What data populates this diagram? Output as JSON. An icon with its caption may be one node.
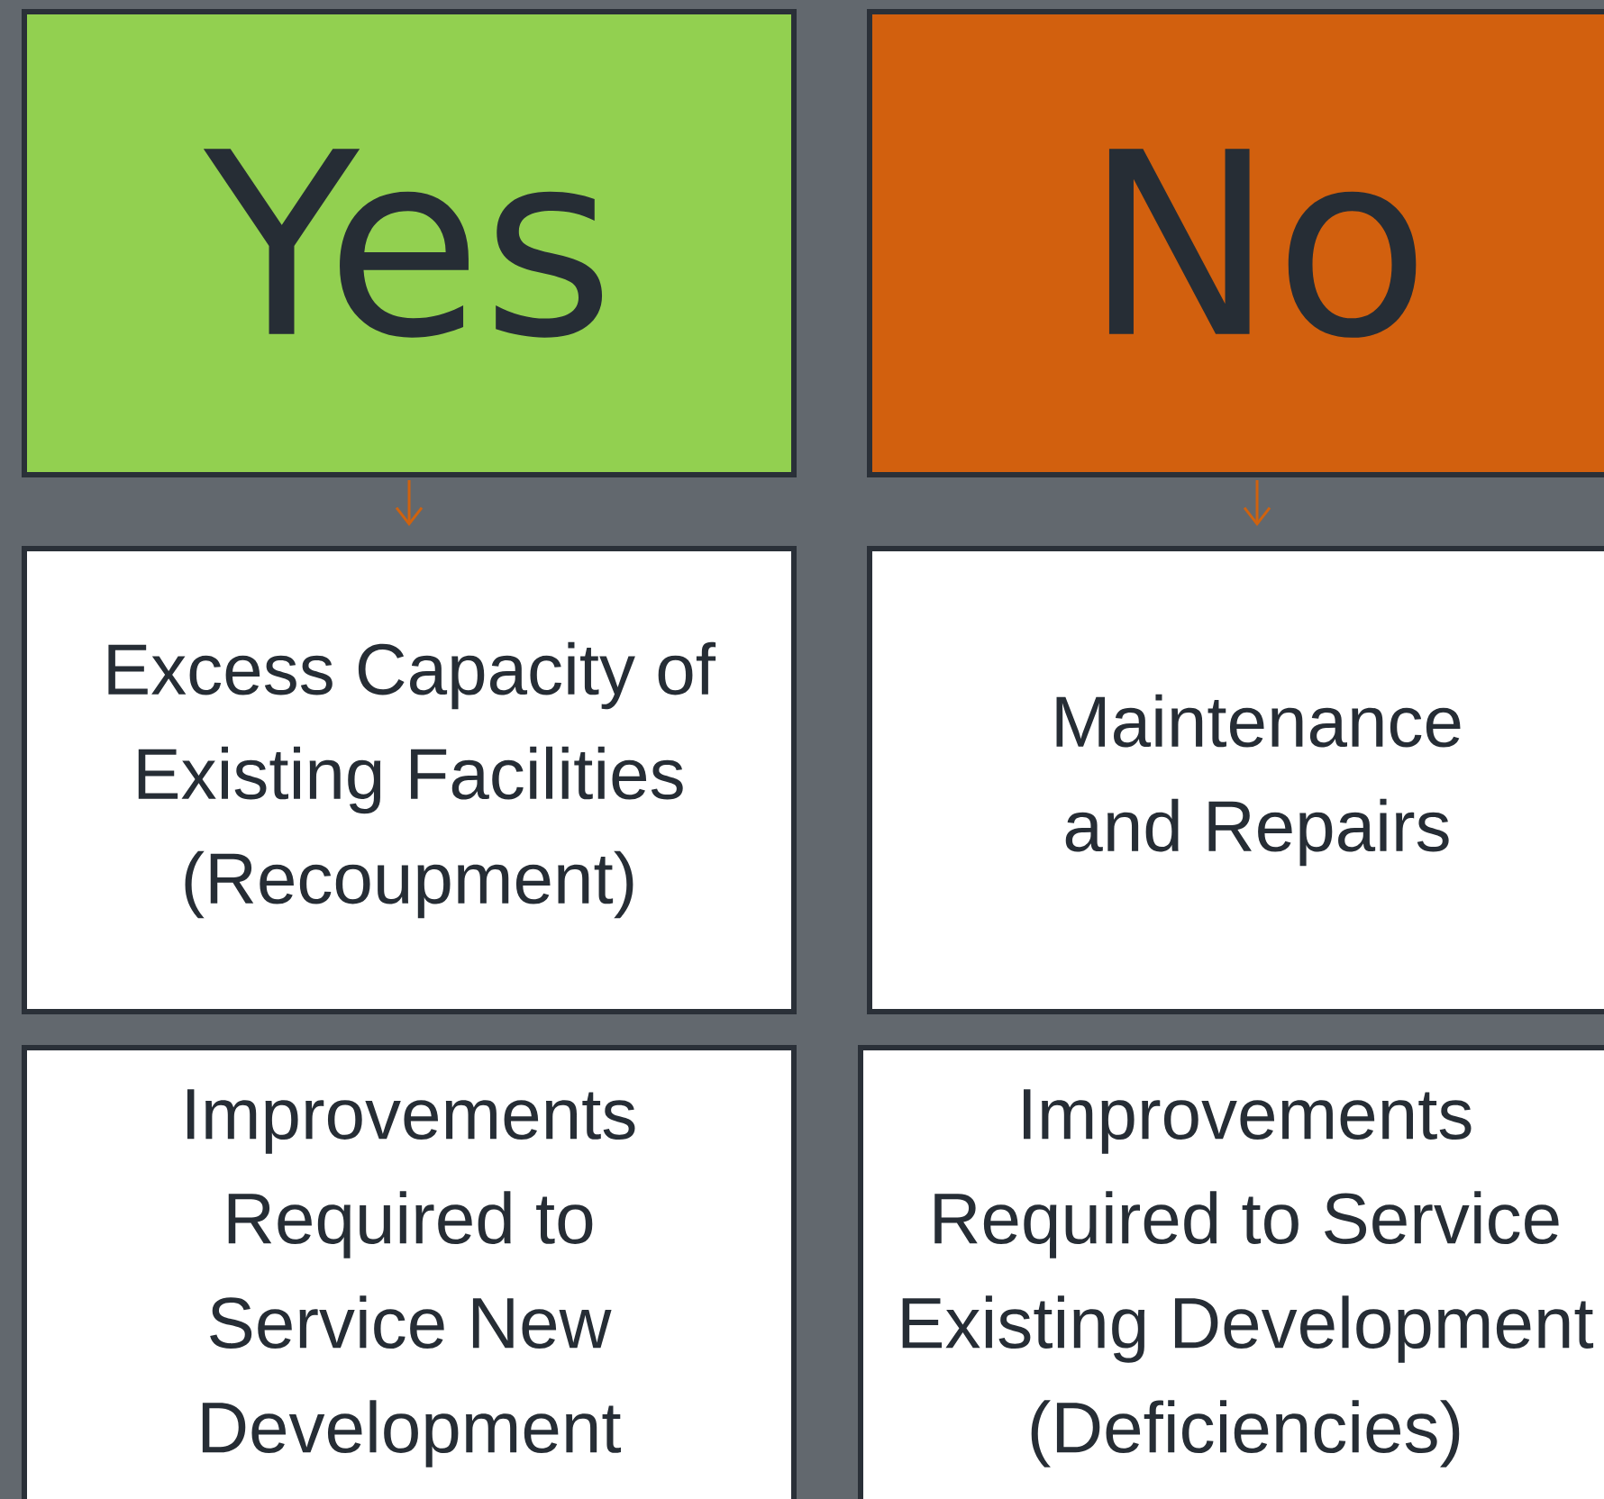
{
  "diagram": {
    "nodes": [
      {
        "text": [
          "Yes"
        ]
      },
      {
        "text": [
          "No"
        ]
      },
      {
        "text": [
          "Excess Capacity of Existing Facilities (Recoupment)"
        ]
      },
      {
        "text": [
          "Maintenance and Repairs"
        ]
      },
      {
        "text": [
          "Improvements Required to Service New Development"
        ]
      },
      {
        "text": [
          "Improvements Required to Service Existing Development (Deficiencies)"
        ]
      }
    ],
    "edges": [
      {
        "from": 0,
        "to": 2,
        "arrow": "to",
        "color": "#d0620e"
      },
      {
        "from": 1,
        "to": 3,
        "arrow": "to",
        "color": "#d0620e"
      }
    ]
  }
}
